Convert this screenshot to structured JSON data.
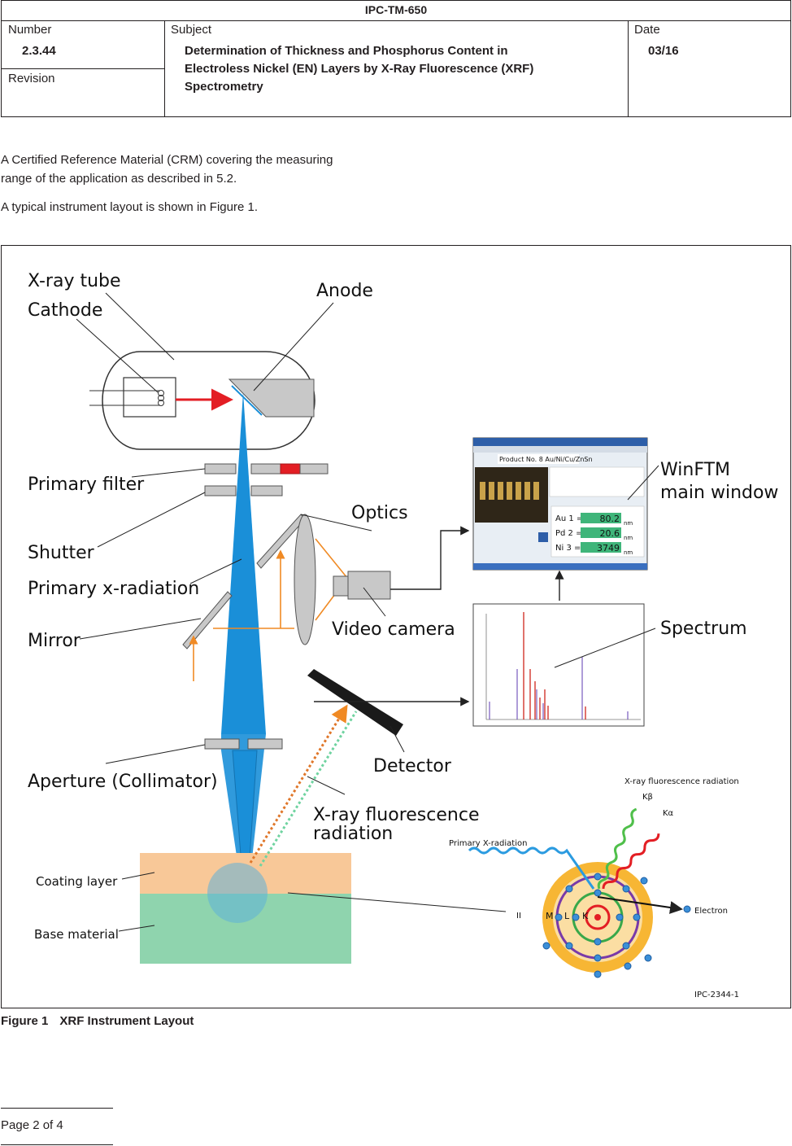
{
  "header": {
    "title": "IPC-TM-650",
    "number_label": "Number",
    "number_value": "2.3.44",
    "subject_label": "Subject",
    "subject_lines": [
      "Determination of Thickness and Phosphorus Content in",
      "Electroless Nickel (EN) Layers by X-Ray Fluorescence (XRF)",
      "Spectrometry"
    ],
    "date_label": "Date",
    "date_value": "03/16",
    "revision_label": "Revision"
  },
  "body": {
    "para1_line1": "A Certified Reference Material (CRM) covering the measuring",
    "para1_line2": "range of the application as described in 5.2.",
    "para2": "A typical instrument layout is shown in Figure 1."
  },
  "figure": {
    "labels": {
      "xray_tube": "X-ray tube",
      "cathode": "Cathode",
      "anode": "Anode",
      "primary_filter": "Primary filter",
      "shutter": "Shutter",
      "optics": "Optics",
      "primary_xradiation": "Primary x-radiation",
      "mirror": "Mirror",
      "video_camera": "Video camera",
      "winftm_line1": "WinFTM",
      "winftm_line2": "main window",
      "spectrum": "Spectrum",
      "detector": "Detector",
      "aperture": "Aperture (Collimator)",
      "fluor_line1": "X-ray fluorescence",
      "fluor_line2": "radiation",
      "coating_layer": "Coating layer",
      "base_material": "Base material",
      "atom_fluor": "X-ray fluorescence radiation",
      "k_beta": "Kβ",
      "k_alpha": "Kα",
      "atom_primary": "Primary X-radiation",
      "electron": "Electron",
      "shell_m": "M",
      "shell_l": "L",
      "shell_k": "K",
      "roman_ii": "II",
      "figure_id": "IPC-2344-1"
    },
    "screen": {
      "product": "Product No. 8  Au/Ni/Cu/ZnSn",
      "readings": [
        {
          "label": "Au 1 =",
          "value": "80.2",
          "unit": "nm"
        },
        {
          "label": "Pd 2 =",
          "value": "20.6",
          "unit": "nm"
        },
        {
          "label": "Ni 3 =",
          "value": "3749",
          "unit": "nm"
        }
      ]
    },
    "colors": {
      "beam": "#1a8fd8",
      "tube_red": "#e31e24",
      "optics_orange": "#f08a24",
      "coating": "#f8c898",
      "base": "#8fd4ae",
      "atom_yellow": "#f7b634",
      "screen_green": "#3fb57a"
    }
  },
  "caption": {
    "number": "Figure 1",
    "title": "XRF Instrument Layout"
  },
  "footer": {
    "page": "Page  2  of  4"
  }
}
